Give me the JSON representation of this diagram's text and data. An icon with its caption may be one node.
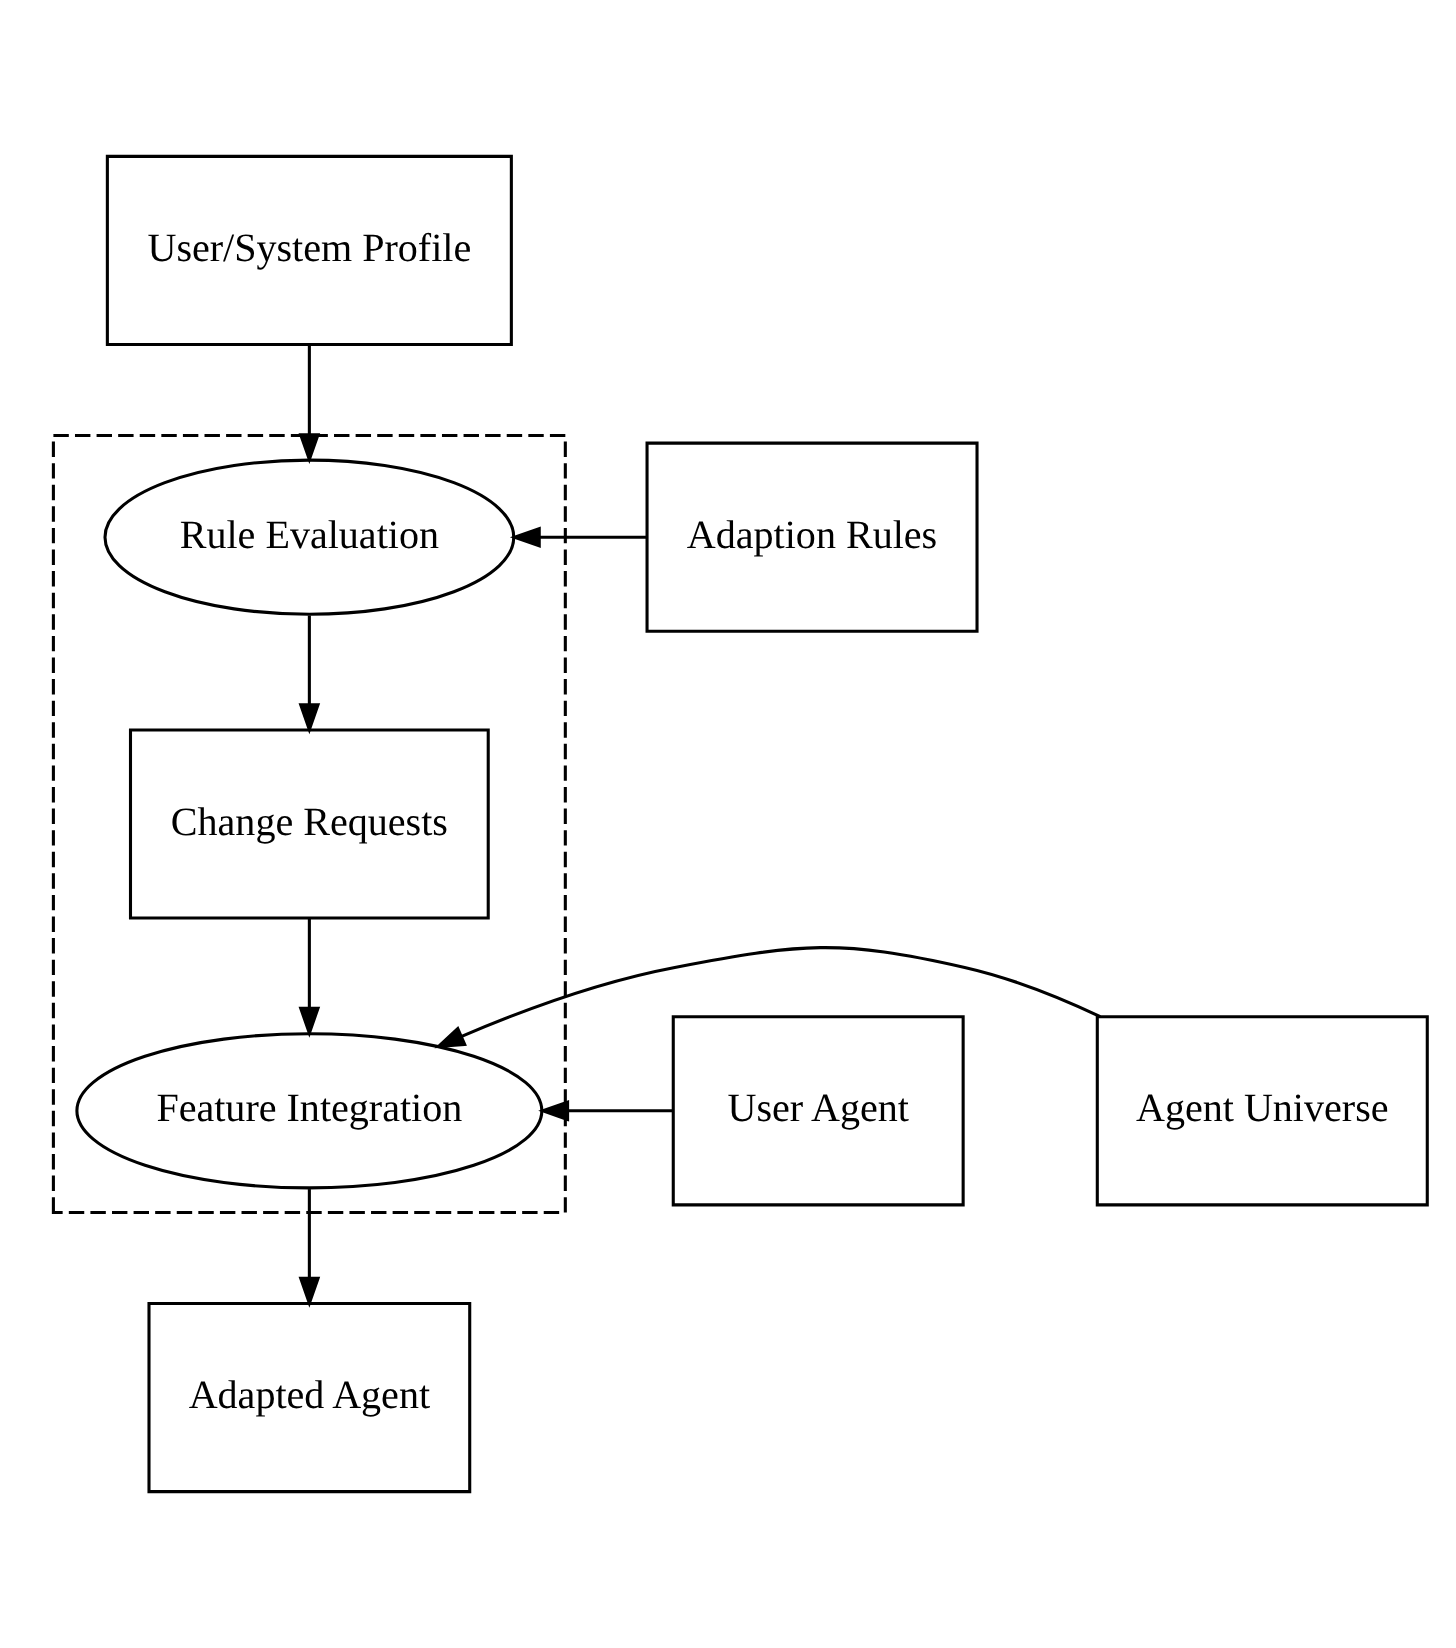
{
  "diagram": {
    "nodes": [
      {
        "text": [
          "User/System Profile"
        ]
      },
      {
        "text": [],
        "shape": "box"
      },
      {
        "text": [
          "Adaption Rules"
        ]
      },
      {
        "text": [
          "Rule Evaluation"
        ],
        "in": 1
      },
      {
        "text": [
          "Change Requests"
        ],
        "in": 1
      },
      {
        "text": [
          "User Agent"
        ]
      },
      {
        "text": [
          "Feature Integration"
        ],
        "in": 1
      },
      {
        "text": [
          "Agent Universe"
        ]
      },
      {
        "text": [
          "Adapted Agent"
        ]
      }
    ],
    "edges": [
      {
        "from": 0,
        "to": 3,
        "arrow": "to"
      },
      {
        "from": 2,
        "to": 3,
        "arrow": "to"
      },
      {
        "from": 3,
        "to": 4,
        "arrow": "to"
      },
      {
        "from": 4,
        "to": 6,
        "arrow": "to"
      },
      {
        "from": 5,
        "to": 6,
        "arrow": "to"
      },
      {
        "from": 7,
        "to": 6,
        "arrow": "to"
      },
      {
        "from": 6,
        "to": 8,
        "arrow": "to"
      }
    ]
  }
}
